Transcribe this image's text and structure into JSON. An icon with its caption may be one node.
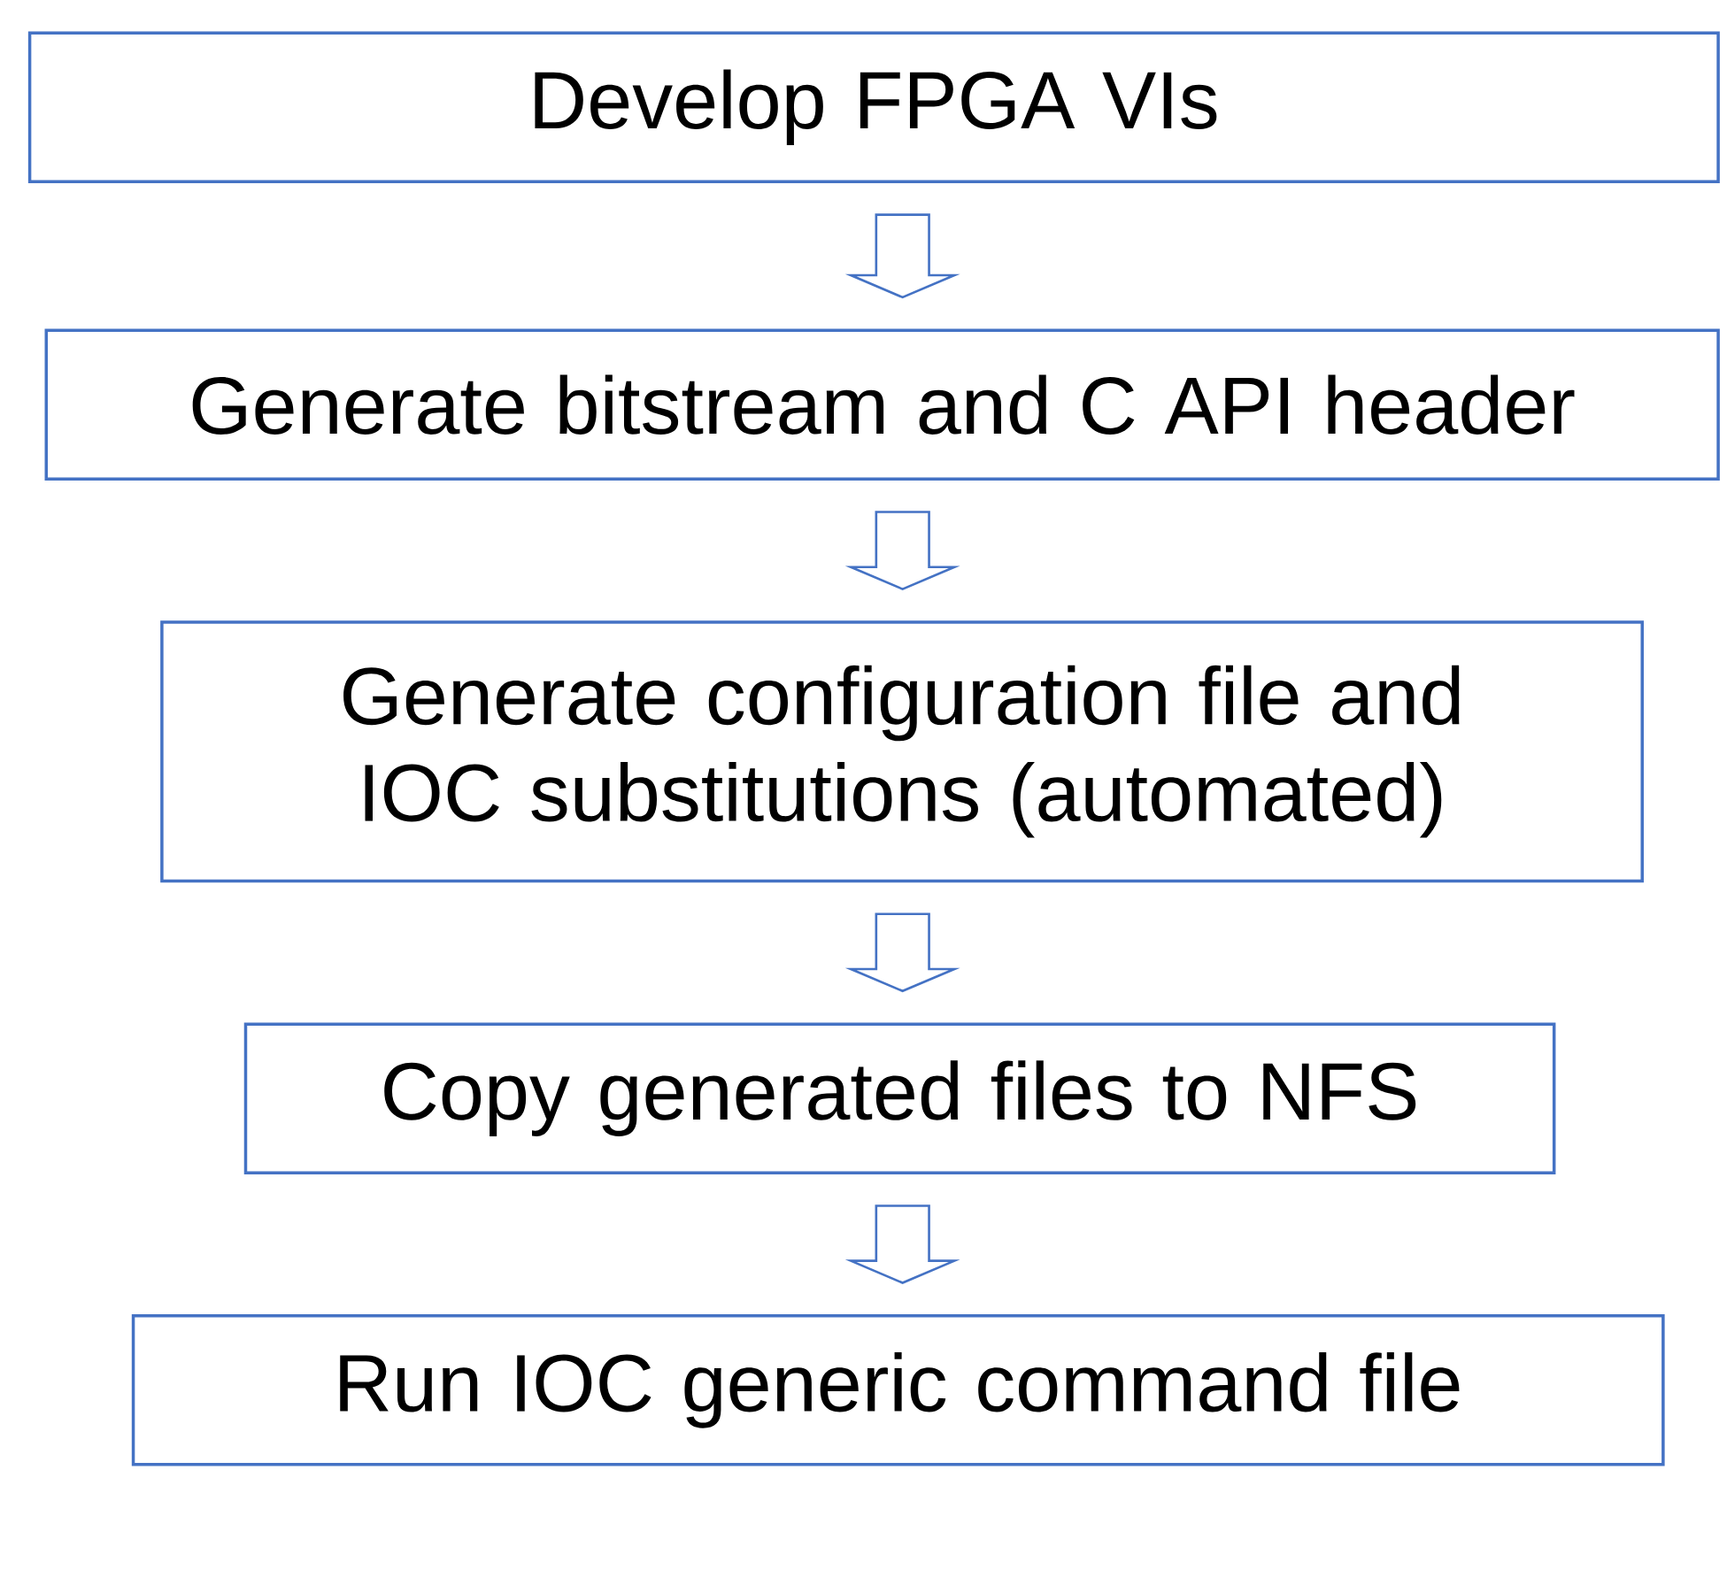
{
  "diagram": {
    "nodes": [
      {
        "text": [
          "Develop FPGA VIs"
        ]
      },
      {
        "text": [
          "Generate bitstream and C API header"
        ]
      },
      {
        "text": [
          "Generate configuration file and IOC substitutions (automated)"
        ]
      },
      {
        "text": [
          "Copy generated files to NFS"
        ]
      },
      {
        "text": [
          "Run IOC generic command file"
        ]
      }
    ],
    "edges": [
      {
        "from": 0,
        "to": 1,
        "arrow": "to"
      },
      {
        "from": 1,
        "to": 2,
        "arrow": "to"
      },
      {
        "from": 2,
        "to": 3,
        "arrow": "to"
      },
      {
        "from": 3,
        "to": 4,
        "arrow": "to"
      }
    ]
  }
}
